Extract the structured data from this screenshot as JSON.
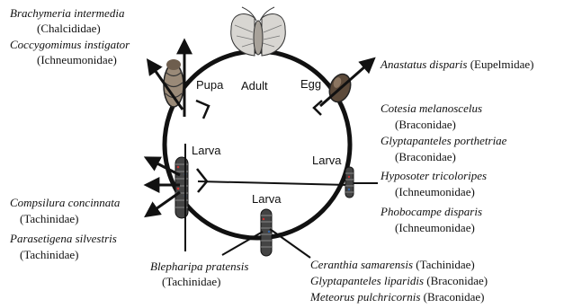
{
  "stages": {
    "adult": "Adult",
    "egg": "Egg",
    "larva_left": "Larva",
    "larva_bottom": "Larva",
    "larva_right": "Larva",
    "pupa": "Pupa"
  },
  "parasitoids": {
    "pupa": [
      {
        "species": "Brachymeria intermedia",
        "family": "(Chalcididae)"
      },
      {
        "species": "Coccygomimus instigator",
        "family": "(Ichneumonidae)"
      }
    ],
    "egg": [
      {
        "species": "Anastatus disparis",
        "family": "(Eupelmidae)"
      }
    ],
    "larva_right": [
      {
        "species": "Cotesia melanoscelus",
        "family": "(Braconidae)"
      },
      {
        "species": "Glyptapanteles porthetriae",
        "family": "(Braconidae)"
      },
      {
        "species": "Hyposoter tricoloripes",
        "family": "(Ichneumonidae)"
      },
      {
        "species": "Phobocampe disparis",
        "family": "(Ichneumonidae)"
      }
    ],
    "larva_left": [
      {
        "species": "Compsilura concinnata",
        "family": "(Tachinidae)"
      },
      {
        "species": "Parasetigena silvestris",
        "family": "(Tachinidae)"
      }
    ],
    "larva_bottom_left": [
      {
        "species": "Blepharipa pratensis",
        "family": "(Tachinidae)"
      }
    ],
    "larva_bottom_right": [
      {
        "species": "Ceranthia samarensis",
        "family": "(Tachinidae)"
      },
      {
        "species": "Glyptapanteles liparidis",
        "family": "(Braconidae)"
      },
      {
        "species": "Meteorus pulchricornis",
        "family": "(Braconidae)"
      }
    ]
  },
  "colors": {
    "line": "#111111",
    "cocoon": "#7a6a5a",
    "larva_body": "#3a3a3a"
  }
}
